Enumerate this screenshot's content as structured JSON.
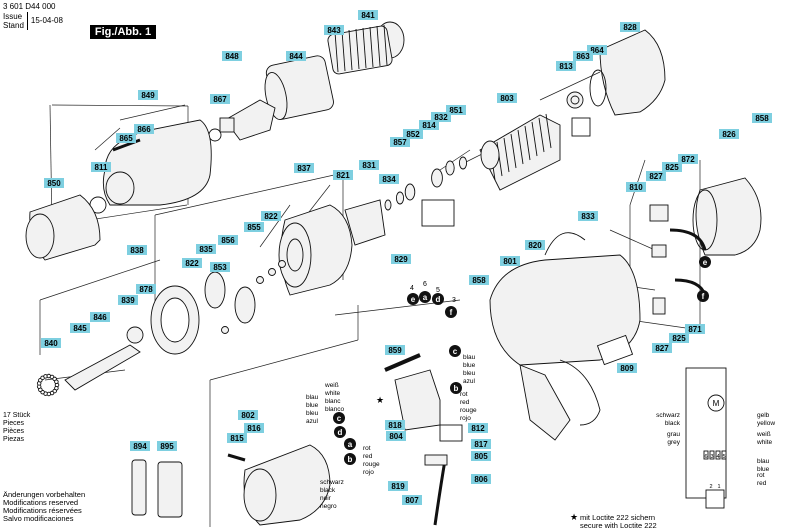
{
  "header": {
    "doc_number": "3 601 D44 000",
    "issue_label": "Issue",
    "stand_label": "Stand",
    "date": "15-04-08",
    "figure": "Fig./Abb. 1"
  },
  "notes": {
    "count_lines": [
      "17 Stück",
      "Pieces",
      "Pièces",
      "Piezas"
    ],
    "mods": [
      "Änderungen vorbehalten",
      "Modifications reserved",
      "Modifications réservées",
      "Salvo modificaciones"
    ],
    "loctite": [
      "mit Loctite 222 sichern",
      "secure with Loctite 222"
    ]
  },
  "colors": {
    "label_fill": "#7ecfe0",
    "line": "#222222",
    "part_fill": "#f2f2f2",
    "part_stroke": "#111111",
    "key_fill": "#111111"
  },
  "parts": [
    {
      "id": "p841",
      "n": "841"
    },
    {
      "id": "p843",
      "n": "843"
    },
    {
      "id": "p844",
      "n": "844"
    },
    {
      "id": "p848",
      "n": "848"
    },
    {
      "id": "p867",
      "n": "867"
    },
    {
      "id": "p849",
      "n": "849"
    },
    {
      "id": "p866",
      "n": "866"
    },
    {
      "id": "p865",
      "n": "865"
    },
    {
      "id": "p811",
      "n": "811"
    },
    {
      "id": "p850",
      "n": "850"
    },
    {
      "id": "p828",
      "n": "828"
    },
    {
      "id": "p864",
      "n": "864"
    },
    {
      "id": "p863",
      "n": "863"
    },
    {
      "id": "p813",
      "n": "813"
    },
    {
      "id": "p803",
      "n": "803"
    },
    {
      "id": "p851",
      "n": "851"
    },
    {
      "id": "p832",
      "n": "832"
    },
    {
      "id": "p814",
      "n": "814"
    },
    {
      "id": "p852",
      "n": "852"
    },
    {
      "id": "p857",
      "n": "857"
    },
    {
      "id": "p831",
      "n": "831"
    },
    {
      "id": "p834",
      "n": "834"
    },
    {
      "id": "p858a",
      "n": "858"
    },
    {
      "id": "p826",
      "n": "826"
    },
    {
      "id": "p872",
      "n": "872"
    },
    {
      "id": "p825a",
      "n": "825"
    },
    {
      "id": "p827a",
      "n": "827"
    },
    {
      "id": "p810",
      "n": "810"
    },
    {
      "id": "p837",
      "n": "837"
    },
    {
      "id": "p821",
      "n": "821"
    },
    {
      "id": "p822a",
      "n": "822"
    },
    {
      "id": "p833",
      "n": "833"
    },
    {
      "id": "p829",
      "n": "829"
    },
    {
      "id": "p838",
      "n": "838"
    },
    {
      "id": "p835",
      "n": "835"
    },
    {
      "id": "p822b",
      "n": "822"
    },
    {
      "id": "p853",
      "n": "853"
    },
    {
      "id": "p856",
      "n": "856"
    },
    {
      "id": "p855",
      "n": "855"
    },
    {
      "id": "p820",
      "n": "820"
    },
    {
      "id": "p801",
      "n": "801"
    },
    {
      "id": "p858b",
      "n": "858"
    },
    {
      "id": "p878",
      "n": "878"
    },
    {
      "id": "p839",
      "n": "839"
    },
    {
      "id": "p846",
      "n": "846"
    },
    {
      "id": "p845",
      "n": "845"
    },
    {
      "id": "p840",
      "n": "840"
    },
    {
      "id": "p871",
      "n": "871"
    },
    {
      "id": "p827b",
      "n": "827"
    },
    {
      "id": "p825b",
      "n": "825"
    },
    {
      "id": "p859",
      "n": "859"
    },
    {
      "id": "p809",
      "n": "809"
    },
    {
      "id": "p802",
      "n": "802"
    },
    {
      "id": "p815",
      "n": "815"
    },
    {
      "id": "p816",
      "n": "816"
    },
    {
      "id": "p818",
      "n": "818"
    },
    {
      "id": "p804",
      "n": "804"
    },
    {
      "id": "p812",
      "n": "812"
    },
    {
      "id": "p894",
      "n": "894"
    },
    {
      "id": "p895",
      "n": "895"
    },
    {
      "id": "p817",
      "n": "817"
    },
    {
      "id": "p805",
      "n": "805"
    },
    {
      "id": "p819",
      "n": "819"
    },
    {
      "id": "p807",
      "n": "807"
    },
    {
      "id": "p806",
      "n": "806"
    }
  ],
  "wire_keys": [
    {
      "id": "k_e1",
      "k": "e"
    },
    {
      "id": "k_f1",
      "k": "f"
    },
    {
      "id": "k_e2",
      "k": "e"
    },
    {
      "id": "k_a1",
      "k": "a"
    },
    {
      "id": "k_d1",
      "k": "d"
    },
    {
      "id": "k_f2",
      "k": "f"
    },
    {
      "id": "k_c1",
      "k": "c"
    },
    {
      "id": "k_b1",
      "k": "b"
    },
    {
      "id": "k_c2",
      "k": "c"
    },
    {
      "id": "k_d2",
      "k": "d"
    },
    {
      "id": "k_a2",
      "k": "a"
    },
    {
      "id": "k_b2",
      "k": "b"
    }
  ],
  "wire_numbers": [
    "4",
    "6",
    "5",
    "3"
  ],
  "color_labels": {
    "white_group": [
      "weiß",
      "white",
      "blanc",
      "blanco"
    ],
    "blue_group": [
      "blau",
      "blue",
      "bleu",
      "azul"
    ],
    "blue_group2": [
      "blau",
      "blue",
      "bleu",
      "azul"
    ],
    "red_group": [
      "rot",
      "red",
      "rouge",
      "rojo"
    ],
    "red_group2": [
      "rot",
      "red",
      "rouge",
      "rojo"
    ],
    "black_group": [
      "schwarz",
      "black",
      "noir",
      "negro"
    ]
  },
  "schematic": {
    "left_black": [
      "schwarz",
      "black"
    ],
    "left_grey": [
      "grau",
      "grey"
    ],
    "right_yellow": [
      "gelb",
      "yellow"
    ],
    "right_white": [
      "weiß",
      "white"
    ],
    "right_blue": [
      "blau",
      "blue"
    ],
    "right_red": [
      "rot",
      "red"
    ],
    "terminals": [
      "6",
      "3",
      "4",
      "5"
    ],
    "bottom_terminals": [
      "2",
      "1"
    ],
    "motor_symbol": "M"
  }
}
